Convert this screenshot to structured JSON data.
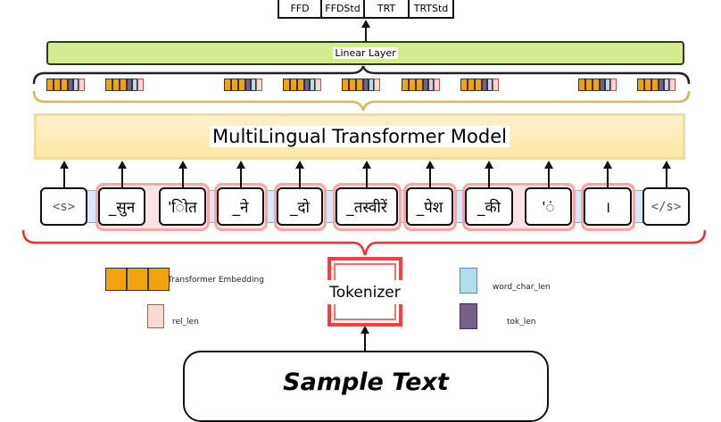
{
  "outputs": [
    "FFD",
    "FFDStd",
    "TRT",
    "TRTStd"
  ],
  "linear_layer": "Linear Layer",
  "model": "MultiLingual Transformer Model",
  "tokens": [
    "<s>",
    "_सुन",
    "'ोित",
    "_ने",
    "_दो",
    "_तस्वीरें",
    "_पेश",
    "_की",
    "'ं",
    "।",
    "</s>"
  ],
  "legend": {
    "transformer_embedding": "Transformer Embedding",
    "rel_len": "rel_len",
    "word_char_len": "word_char_len",
    "tok_len": "tok_len"
  },
  "tokenizer": "Tokenizer",
  "sample_text": "Sample Text",
  "colors": {
    "embedding": "#f0a30a",
    "tok_len": "#76608a",
    "word_char_len": "#b1ddf0",
    "rel_len": "#fad9d5",
    "linear": "#d4eb8f",
    "model": "#fff2cc",
    "tokenizer": "#ff3b3b"
  }
}
